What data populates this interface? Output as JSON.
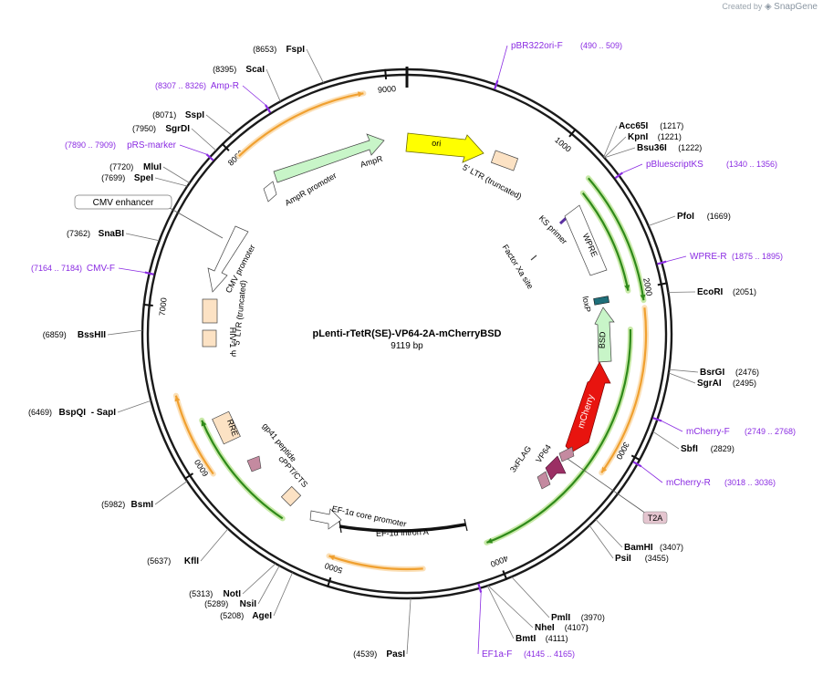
{
  "watermark": {
    "prefix": "Created by",
    "brand": "SnapGene"
  },
  "plasmid": {
    "name": "pLenti-rTetR(SE)-VP64-2A-mCherryBSD",
    "size_label": "9119 bp",
    "length": 9119
  },
  "ticks": [
    {
      "bp": 1000,
      "label": "1000"
    },
    {
      "bp": 2000,
      "label": "2000"
    },
    {
      "bp": 3000,
      "label": "3000"
    },
    {
      "bp": 4000,
      "label": "4000"
    },
    {
      "bp": 5000,
      "label": "5000"
    },
    {
      "bp": 6000,
      "label": "6000"
    },
    {
      "bp": 7000,
      "label": "7000"
    },
    {
      "bp": 8000,
      "label": "8000"
    },
    {
      "bp": 9000,
      "label": "9000"
    }
  ],
  "sites": [
    {
      "name": "FspI",
      "pos": "(8653)",
      "bp": 8653,
      "side": "left"
    },
    {
      "name": "ScaI",
      "pos": "(8395)",
      "bp": 8395,
      "side": "left"
    },
    {
      "name": "SspI",
      "pos": "(8071)",
      "bp": 8071,
      "side": "left"
    },
    {
      "name": "SgrDI",
      "pos": "(7950)",
      "bp": 7950,
      "side": "left"
    },
    {
      "name": "MluI",
      "pos": "(7720)",
      "bp": 7720,
      "side": "left"
    },
    {
      "name": "SpeI",
      "pos": "(7699)",
      "bp": 7699,
      "side": "left"
    },
    {
      "name": "SnaBI",
      "pos": "(7362)",
      "bp": 7362,
      "side": "left"
    },
    {
      "name": "BssHII",
      "pos": "(6859)",
      "bp": 6859,
      "side": "left"
    },
    {
      "name": "- SapI",
      "pos": "",
      "bp": 6469,
      "side": "left"
    },
    {
      "name": "BspQI",
      "pos": "(6469)",
      "bp": 6469,
      "side": "left",
      "noline": true
    },
    {
      "name": "BsmI",
      "pos": "(5982)",
      "bp": 5982,
      "side": "left"
    },
    {
      "name": "KflI",
      "pos": "(5637)",
      "bp": 5637,
      "side": "left"
    },
    {
      "name": "NotI",
      "pos": "(5313)",
      "bp": 5313,
      "side": "left"
    },
    {
      "name": "NsiI",
      "pos": "(5289)",
      "bp": 5289,
      "side": "left"
    },
    {
      "name": "AgeI",
      "pos": "(5208)",
      "bp": 5208,
      "side": "left"
    },
    {
      "name": "PasI",
      "pos": "(4539)",
      "bp": 4539,
      "side": "left"
    },
    {
      "name": "Acc65I",
      "pos": "(1217)",
      "bp": 1217,
      "side": "right"
    },
    {
      "name": "KpnI",
      "pos": "(1221)",
      "bp": 1221,
      "side": "right"
    },
    {
      "name": "Bsu36I",
      "pos": "(1222)",
      "bp": 1222,
      "side": "right"
    },
    {
      "name": "PfoI",
      "pos": "(1669)",
      "bp": 1669,
      "side": "right"
    },
    {
      "name": "EcoRI",
      "pos": "(2051)",
      "bp": 2051,
      "side": "right"
    },
    {
      "name": "BsrGI",
      "pos": "(2476)",
      "bp": 2476,
      "side": "right"
    },
    {
      "name": "SgrAI",
      "pos": "(2495)",
      "bp": 2495,
      "side": "right"
    },
    {
      "name": "SbfI",
      "pos": "(2829)",
      "bp": 2829,
      "side": "right"
    },
    {
      "name": "BamHI",
      "pos": "(3407)",
      "bp": 3407,
      "side": "right"
    },
    {
      "name": "PsiI",
      "pos": "(3455)",
      "bp": 3455,
      "side": "right"
    },
    {
      "name": "PmlI",
      "pos": "(3970)",
      "bp": 3970,
      "side": "right"
    },
    {
      "name": "NheI",
      "pos": "(4107)",
      "bp": 4107,
      "side": "right"
    },
    {
      "name": "BmtI",
      "pos": "(4111)",
      "bp": 4111,
      "side": "right"
    }
  ],
  "primers": [
    {
      "name": "pBR322ori-F",
      "range": "(490 .. 509)",
      "bp": 499
    },
    {
      "name": "pBluescriptKS",
      "range": "(1340 .. 1356)",
      "bp": 1348
    },
    {
      "name": "WPRE-R",
      "range": "(1875 .. 1895)",
      "bp": 1885
    },
    {
      "name": "mCherry-F",
      "range": "(2749 .. 2768)",
      "bp": 2758
    },
    {
      "name": "mCherry-R",
      "range": "(3018 .. 3036)",
      "bp": 3027
    },
    {
      "name": "EF1a-F",
      "range": "(4145 .. 4165)",
      "bp": 4155
    },
    {
      "name": "CMV-F",
      "range": "(7164 .. 7184)",
      "bp": 7174
    },
    {
      "name": "pRS-marker",
      "range": "(7890 .. 7909)",
      "bp": 7900
    },
    {
      "name": "Amp-R",
      "range": "(8307 .. 8326)",
      "bp": 8316
    }
  ],
  "features": {
    "ori": "ori",
    "ampr": "AmpR",
    "ampr_promoter": "AmpR promoter",
    "ltr5": "5' LTR (truncated)",
    "ks_primer": "KS primer",
    "wpre": "WPRE",
    "factor_xa": "Factor Xa site",
    "loxp": "loxP",
    "bsd": "BSD",
    "mcherry": "mCherry",
    "vp64": "VP64",
    "flag": "3xFLAG",
    "t2a": "T2A",
    "ef1a_promoter": "EF-1α core promoter",
    "ef1a_intron": "EF-1α intron A",
    "cppt": "cPPT/CTS",
    "gp41": "gp41 peptide",
    "rre": "RRE",
    "cmv_enhancer": "CMV enhancer",
    "cmv_promoter": "CMV promoter",
    "hiv_psi": "HIV-1 Ψ",
    "ltr5b": "5' LTR (truncated)"
  },
  "colors": {
    "backbone": "#1a1a1a",
    "orange": "#f0a030",
    "green": "#2f8a1a",
    "green_glow": "#c8e9a8",
    "primer": "#8a2be2",
    "ori": "#ffff00",
    "mcherry": "#e8140f",
    "vp64": "#9b2f64",
    "flag": "#c48aa0",
    "feature_fill": "#fce2c4",
    "marker_fill": "#c8f5c8",
    "loxp": "#1f6f7a"
  }
}
